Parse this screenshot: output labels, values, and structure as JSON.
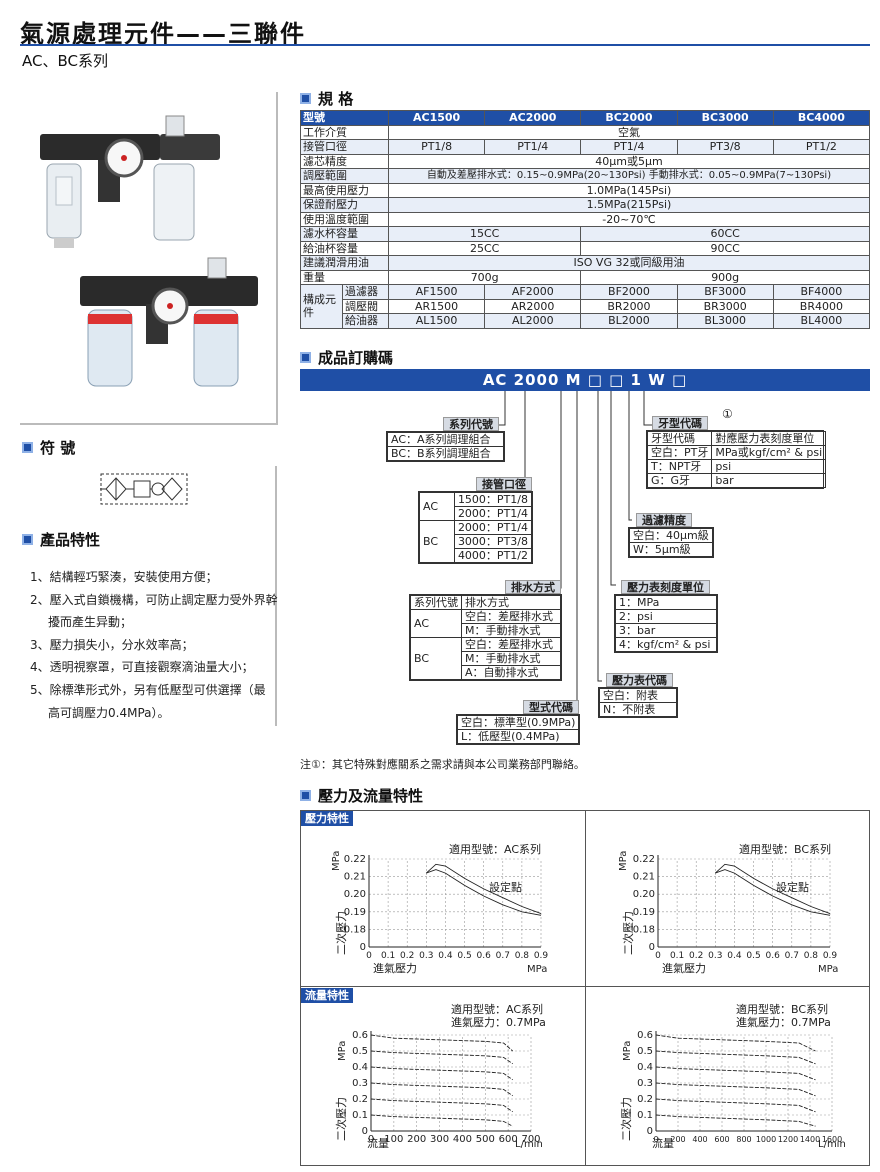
{
  "header": {
    "title": "氣源處理元件——三聯件",
    "subtitle": "AC、BC系列"
  },
  "sections": {
    "spec": "規 格",
    "symbol": "符 號",
    "features": "產品特性",
    "order": "成品訂購碼",
    "flow": "壓力及流量特性"
  },
  "features": [
    [
      "1、結構輕巧緊湊，安裝使用方便；"
    ],
    [
      "2、壓入式自鎖機構，可防止調定壓力受外界幹",
      "擾而產生异動；"
    ],
    [
      "3、壓力損失小，分水效率高；"
    ],
    [
      "4、透明視察罩，可直接觀察滴油量大小；"
    ],
    [
      "5、除標準形式外，另有低壓型可供選擇（最",
      "高可調壓力0.4MPa）。"
    ]
  ],
  "spec_table": {
    "header": [
      "型號",
      "AC1500",
      "AC2000",
      "BC2000",
      "BC3000",
      "BC4000"
    ],
    "medium": [
      "工作介質",
      "空氣"
    ],
    "port": [
      "接管口徑",
      "PT1/8",
      "PT1/4",
      "PT1/4",
      "PT3/8",
      "PT1/2"
    ],
    "filter": [
      "濾芯精度",
      "40μm或5μm"
    ],
    "range": [
      "調壓範圍",
      "自動及差壓排水式：0.15~0.9MPa(20~130Psi)   手動排水式：0.05~0.9MPa(7~130Psi)"
    ],
    "max_pressure": [
      "最高使用壓力",
      "1.0MPa(145Psi)"
    ],
    "proof": [
      "保證耐壓力",
      "1.5MPa(215Psi)"
    ],
    "temp": [
      "使用溫度範圍",
      "-20~70℃"
    ],
    "bowl": [
      "濾水杯容量",
      "15CC",
      "60CC"
    ],
    "oil_bowl": [
      "給油杯容量",
      "25CC",
      "90CC"
    ],
    "oil": [
      "建議潤滑用油",
      "ISO VG 32或同級用油"
    ],
    "weight": [
      "重量",
      "700g",
      "900g"
    ],
    "comp_label": "構成元件",
    "components": [
      [
        "過濾器",
        "AF1500",
        "AF2000",
        "BF2000",
        "BF3000",
        "BF4000"
      ],
      [
        "調壓閥",
        "AR1500",
        "AR2000",
        "BR2000",
        "BR3000",
        "BR4000"
      ],
      [
        "給油器",
        "AL1500",
        "AL2000",
        "BL2000",
        "BL3000",
        "BL4000"
      ]
    ]
  },
  "order": {
    "code": "AC 2000 M □ □ 1 W □",
    "series": {
      "title": "系列代號",
      "rows": [
        "AC：A系列調理組合",
        "BC：B系列調理組合"
      ]
    },
    "port": {
      "title": "接管口徑",
      "groups": [
        {
          "name": "AC",
          "rows": [
            "1500：PT1/8",
            "2000：PT1/4"
          ]
        },
        {
          "name": "BC",
          "rows": [
            "2000：PT1/4",
            "3000：PT3/8",
            "4000：PT1/2"
          ]
        }
      ]
    },
    "drain": {
      "title": "排水方式",
      "head": [
        "系列代號",
        "排水方式"
      ],
      "groups": [
        {
          "name": "AC",
          "rows": [
            "空白：差壓排水式",
            "M：手動排水式"
          ]
        },
        {
          "name": "BC",
          "rows": [
            "空白：差壓排水式",
            "M：手動排水式",
            "A：自動排水式"
          ]
        }
      ]
    },
    "type": {
      "title": "型式代碼",
      "rows": [
        "空白：標準型(0.9MPa)",
        "L：低壓型(0.4MPa)"
      ]
    },
    "thread": {
      "title": "牙型代碼",
      "mark": "①",
      "head": [
        "牙型代碼",
        "對應壓力表刻度單位"
      ],
      "rows": [
        [
          "空白：PT牙",
          "MPa或kgf/cm² & psi"
        ],
        [
          "T：NPT牙",
          "psi"
        ],
        [
          "G：G牙",
          "bar"
        ]
      ]
    },
    "precision": {
      "title": "過濾精度",
      "rows": [
        "空白：40μm級",
        "W：5μm級"
      ]
    },
    "gauge_unit": {
      "title": "壓力表刻度單位",
      "rows": [
        "1：MPa",
        "2：psi",
        "3：bar",
        "4：kgf/cm² & psi"
      ]
    },
    "gauge": {
      "title": "壓力表代碼",
      "rows": [
        "空白：附表",
        "N：不附表"
      ]
    }
  },
  "note": "注①：其它特殊對應關系之需求請與本公司業務部門聯絡。",
  "graphs": {
    "pressure_tag": "壓力特性",
    "flow_tag": "流量特性",
    "ylabel_pa": "MPa",
    "ylabel_cn": "二次壓力",
    "set_point": "設定點",
    "x_press_label": "進氣壓力",
    "x_flow_label": "流量",
    "x_press_unit": "MPa",
    "x_flow_unit": "L/min",
    "model_ac": "適用型號：AC系列",
    "model_bc": "適用型號：BC系列",
    "inlet": "進氣壓力：0.7MPa",
    "colors": {
      "accent": "#1f4fa6"
    }
  },
  "chart_data": [
    {
      "type": "line",
      "title": "適用型號：AC系列",
      "xlabel": "進氣壓力",
      "ylabel": "二次壓力 MPa",
      "x_ticks": [
        "0",
        "0.1",
        "0.2",
        "0.3",
        "0.4",
        "0.5",
        "0.6",
        "0.7",
        "0.8",
        "0.9"
      ],
      "y_ticks": [
        "0",
        "0.18",
        "0.19",
        "0.20",
        "0.21",
        "0.22"
      ],
      "series": [
        {
          "x": [
            0.3,
            0.35,
            0.4,
            0.5,
            0.6,
            0.7,
            0.8,
            0.9
          ],
          "y": [
            0.212,
            0.217,
            0.216,
            0.209,
            0.203,
            0.198,
            0.193,
            0.189
          ]
        },
        {
          "x": [
            0.3,
            0.35,
            0.4,
            0.5,
            0.6,
            0.7,
            0.8,
            0.9
          ],
          "y": [
            0.212,
            0.214,
            0.212,
            0.205,
            0.199,
            0.194,
            0.19,
            0.188
          ]
        }
      ]
    },
    {
      "type": "line",
      "title": "適用型號：BC系列",
      "xlabel": "進氣壓力",
      "ylabel": "二次壓力 MPa",
      "x_ticks": [
        "0",
        "0.1",
        "0.2",
        "0.3",
        "0.4",
        "0.5",
        "0.6",
        "0.7",
        "0.8",
        "0.9"
      ],
      "y_ticks": [
        "0",
        "0.18",
        "0.19",
        "0.20",
        "0.21",
        "0.22"
      ],
      "series": [
        {
          "x": [
            0.3,
            0.35,
            0.4,
            0.5,
            0.6,
            0.7,
            0.8,
            0.9
          ],
          "y": [
            0.212,
            0.217,
            0.216,
            0.209,
            0.203,
            0.198,
            0.193,
            0.189
          ]
        },
        {
          "x": [
            0.3,
            0.35,
            0.4,
            0.5,
            0.6,
            0.7,
            0.8,
            0.9
          ],
          "y": [
            0.212,
            0.214,
            0.212,
            0.205,
            0.199,
            0.194,
            0.19,
            0.188
          ]
        }
      ]
    },
    {
      "type": "line",
      "title": "適用型號：AC系列",
      "xlabel": "流量",
      "ylabel": "二次壓力 MPa",
      "x_ticks": [
        "0",
        "100",
        "200",
        "300",
        "400",
        "500",
        "600",
        "700"
      ],
      "y_ticks": [
        "0",
        "0.1",
        "0.2",
        "0.3",
        "0.4",
        "0.5",
        "0.6"
      ],
      "series": [
        {
          "x": [
            0,
            100,
            300,
            500,
            580,
            620
          ],
          "y": [
            0.6,
            0.58,
            0.57,
            0.56,
            0.55,
            0.5
          ]
        },
        {
          "x": [
            0,
            100,
            300,
            500,
            580,
            620
          ],
          "y": [
            0.5,
            0.49,
            0.48,
            0.47,
            0.46,
            0.42
          ]
        },
        {
          "x": [
            0,
            100,
            300,
            500,
            580,
            620
          ],
          "y": [
            0.4,
            0.39,
            0.38,
            0.37,
            0.36,
            0.32
          ]
        },
        {
          "x": [
            0,
            100,
            300,
            500,
            580,
            620
          ],
          "y": [
            0.3,
            0.29,
            0.28,
            0.27,
            0.26,
            0.22
          ]
        },
        {
          "x": [
            0,
            100,
            300,
            500,
            580,
            620
          ],
          "y": [
            0.2,
            0.19,
            0.18,
            0.17,
            0.16,
            0.12
          ]
        },
        {
          "x": [
            0,
            100,
            300,
            500,
            580,
            620
          ],
          "y": [
            0.1,
            0.09,
            0.08,
            0.07,
            0.06,
            0.03
          ]
        }
      ]
    },
    {
      "type": "line",
      "title": "適用型號：BC系列",
      "xlabel": "流量",
      "ylabel": "二次壓力 MPa",
      "x_ticks": [
        "0",
        "200",
        "400",
        "600",
        "800",
        "1000",
        "1200",
        "1400",
        "1600"
      ],
      "y_ticks": [
        "0",
        "0.1",
        "0.2",
        "0.3",
        "0.4",
        "0.5",
        "0.6"
      ],
      "series": [
        {
          "x": [
            0,
            200,
            600,
            1000,
            1300,
            1450
          ],
          "y": [
            0.6,
            0.58,
            0.57,
            0.56,
            0.55,
            0.5
          ]
        },
        {
          "x": [
            0,
            200,
            600,
            1000,
            1300,
            1450
          ],
          "y": [
            0.5,
            0.49,
            0.48,
            0.47,
            0.46,
            0.42
          ]
        },
        {
          "x": [
            0,
            200,
            600,
            1000,
            1300,
            1450
          ],
          "y": [
            0.4,
            0.39,
            0.38,
            0.37,
            0.36,
            0.32
          ]
        },
        {
          "x": [
            0,
            200,
            600,
            1000,
            1300,
            1450
          ],
          "y": [
            0.3,
            0.29,
            0.28,
            0.27,
            0.26,
            0.22
          ]
        },
        {
          "x": [
            0,
            200,
            600,
            1000,
            1300,
            1450
          ],
          "y": [
            0.2,
            0.19,
            0.18,
            0.17,
            0.16,
            0.12
          ]
        },
        {
          "x": [
            0,
            200,
            600,
            1000,
            1300,
            1450
          ],
          "y": [
            0.1,
            0.09,
            0.08,
            0.07,
            0.06,
            0.03
          ]
        }
      ]
    }
  ]
}
